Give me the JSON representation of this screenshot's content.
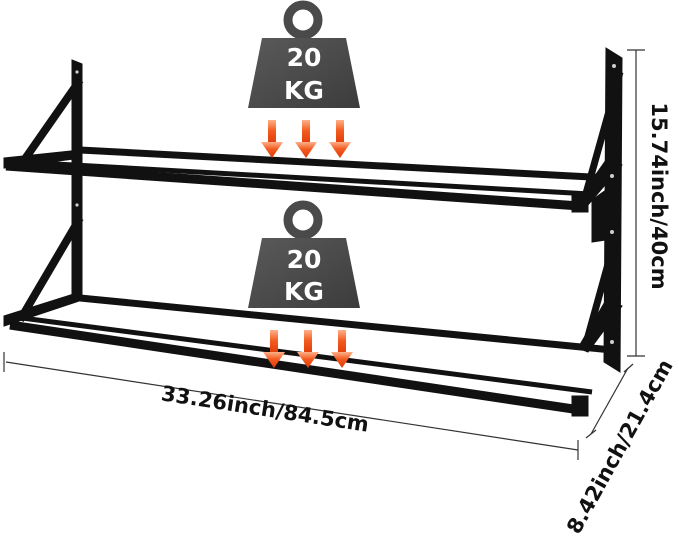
{
  "product": {
    "kind": "two-tier wall mounted rack",
    "frame_color": "#111111",
    "tiers": 2
  },
  "weights": [
    {
      "top": "20",
      "bottom": "KG",
      "color": "#4a4a4a"
    },
    {
      "top": "20",
      "bottom": "KG",
      "color": "#4a4a4a"
    }
  ],
  "load_arrow_color": "#f04a10",
  "dimensions": {
    "width": "33.26inch/84.5cm",
    "height": "15.74inch/40cm",
    "depth": "8.42inch/21.4cm"
  },
  "colors": {
    "background": "#ffffff",
    "dimension_line": "#333333"
  }
}
